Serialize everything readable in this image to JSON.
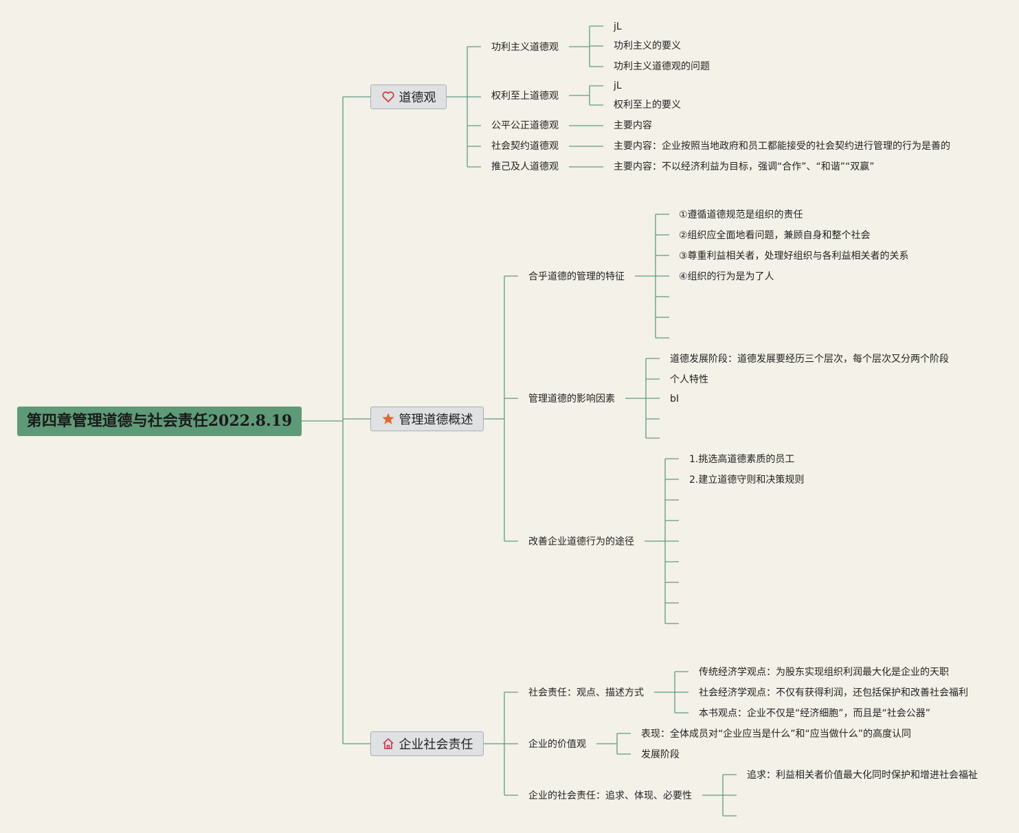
{
  "root": {
    "title": "第四章管理道德与社会责任2022.8.19"
  },
  "branches": [
    {
      "label": "道德观",
      "icon": "heart-icon",
      "icon_color": "#d23c3c",
      "children": [
        {
          "label": "功利主义道德观",
          "children": [
            "jL",
            "功利主义的要义",
            "功利主义道德观的问题"
          ]
        },
        {
          "label": "权利至上道德观",
          "children": [
            "jL",
            "权利至上的要义"
          ]
        },
        {
          "label": "公平公正道德观",
          "children": [
            "主要内容"
          ]
        },
        {
          "label": "社会契约道德观",
          "children": [
            "主要内容：企业按照当地政府和员工都能接受的社会契约进行管理的行为是善的"
          ]
        },
        {
          "label": "推己及人道德观",
          "children": [
            "主要内容：不以经济利益为目标，强调“合作”、“和谐”“双赢”"
          ]
        }
      ]
    },
    {
      "label": "管理道德概述",
      "icon": "star-icon",
      "icon_color": "#e0682a",
      "children": [
        {
          "label": "合乎道德的管理的特征",
          "children": [
            "①遵循道德规范是组织的责任",
            "②组织应全面地看问题，兼顾自身和整个社会",
            "③尊重利益相关者，处理好组织与各利益相关者的关系",
            "④组织的行为是为了人",
            "",
            "",
            ""
          ]
        },
        {
          "label": "管理道德的影响因素",
          "children": [
            "道德发展阶段：道德发展要经历三个层次，每个层次又分两个阶段",
            "个人特性",
            "bI",
            "",
            ""
          ]
        },
        {
          "label": "改善企业道德行为的途径",
          "children": [
            "1.挑选高道德素质的员工",
            "2.建立道德守则和决策规则",
            "",
            "",
            "",
            "",
            "",
            "",
            ""
          ]
        }
      ]
    },
    {
      "label": "企业社会责任",
      "icon": "home-icon",
      "icon_color": "#d23c5a",
      "children": [
        {
          "label": "社会责任：观点、描述方式",
          "children": [
            "传统经济学观点：为股东实现组织利润最大化是企业的天职",
            "社会经济学观点：不仅有获得利润，还包括保护和改善社会福利",
            "本书观点：企业不仅是“经济细胞”，而且是“社会公器”"
          ]
        },
        {
          "label": "企业的价值观",
          "children": [
            "表现：全体成员对“企业应当是什么”和“应当做什么”的高度认同",
            "发展阶段"
          ]
        },
        {
          "label": "企业的社会责任：追求、体现、必要性",
          "children": [
            "追求：利益相关者价值最大化同时保护和增进社会福祉",
            "",
            ""
          ]
        }
      ]
    }
  ],
  "colors": {
    "background": "#f3f1e8",
    "root": "#5f9a78",
    "connector": "#5f9a86",
    "node": "#dfe1e2"
  }
}
